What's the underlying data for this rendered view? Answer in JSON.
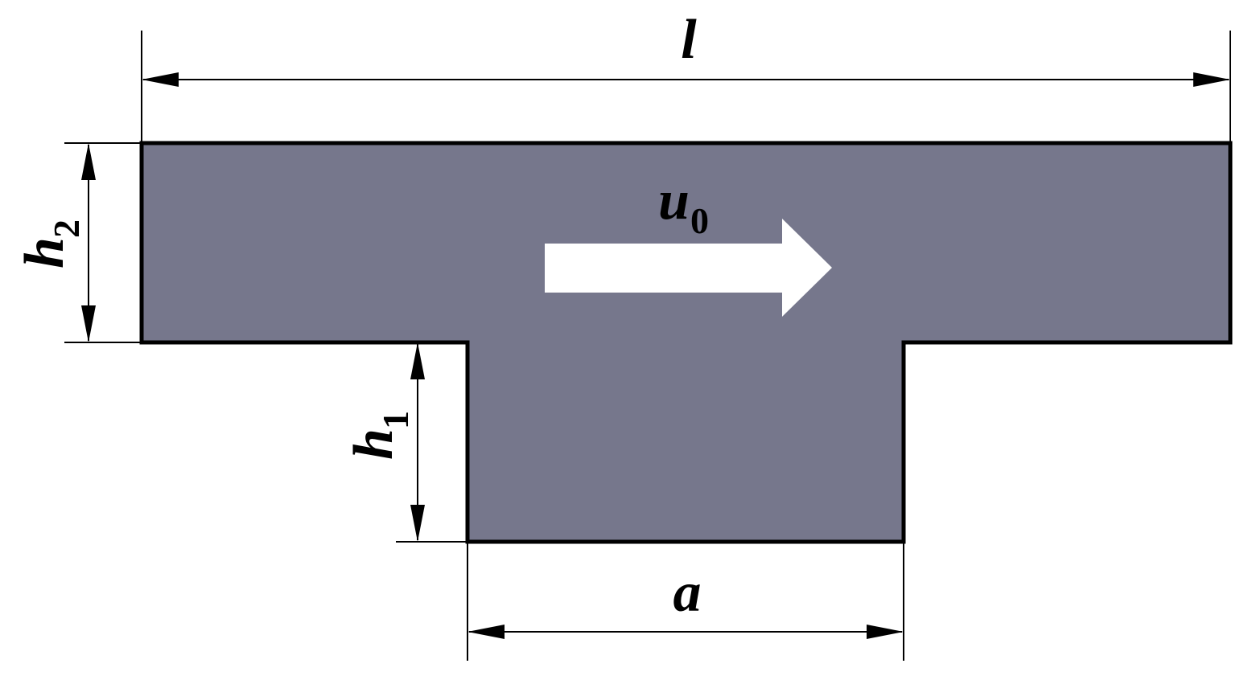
{
  "colors": {
    "body_fill": "#76778c",
    "outline": "#000000",
    "flow_arrow": "#ffffff",
    "background": "#ffffff"
  },
  "labels": {
    "length": "l",
    "width_bottom": "a",
    "height_top_main": "h",
    "height_top_sub": "2",
    "height_bottom_main": "h",
    "height_bottom_sub": "1",
    "velocity_main": "u",
    "velocity_sub": "0"
  }
}
